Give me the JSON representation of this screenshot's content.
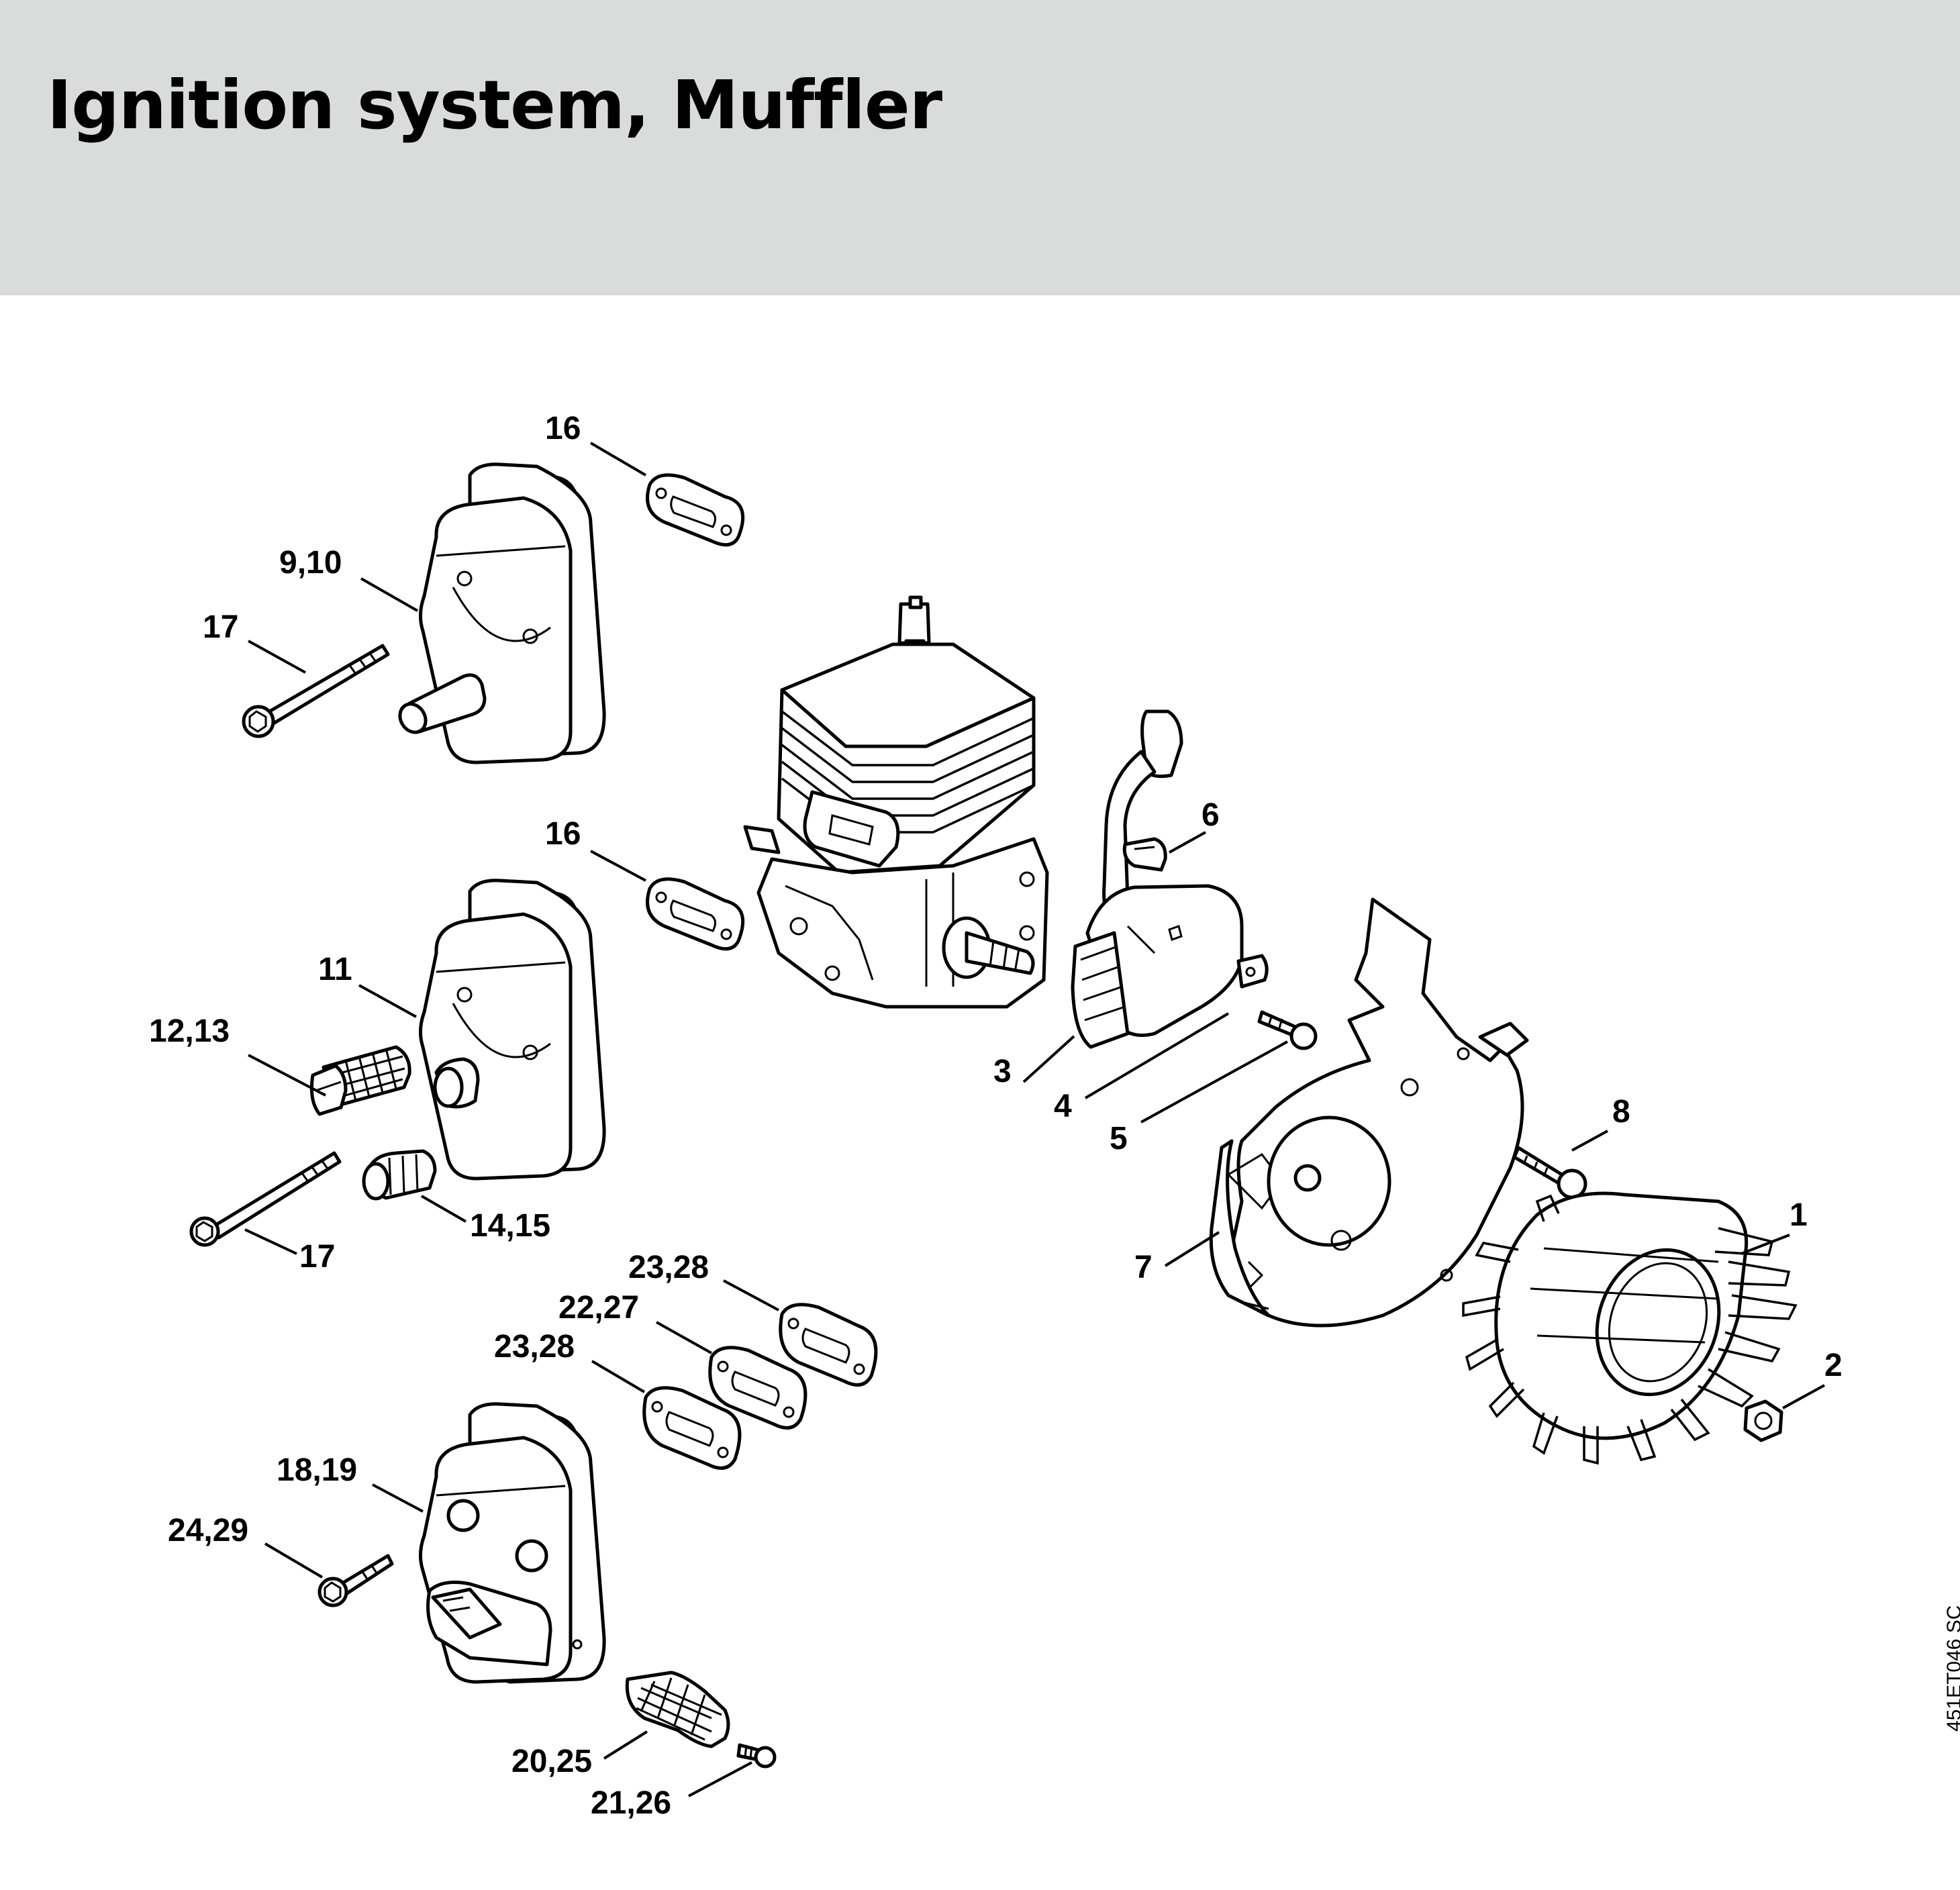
{
  "title": "Ignition system, Muffler",
  "reference_code": "451ET046 SC",
  "callouts": {
    "c16a": "16",
    "c9_10": "9,10",
    "c17a": "17",
    "c16b": "16",
    "c6": "6",
    "c11": "11",
    "c12_13": "12,13",
    "c3": "3",
    "c4": "4",
    "c5": "5",
    "c8": "8",
    "c1": "1",
    "c7": "7",
    "c17b": "17",
    "c14_15": "14,15",
    "c23_28a": "23,28",
    "c22_27": "22,27",
    "c23_28b": "23,28",
    "c2": "2",
    "c18_19": "18,19",
    "c24_29": "24,29",
    "c20_25": "20,25",
    "c21_26": "21,26"
  }
}
